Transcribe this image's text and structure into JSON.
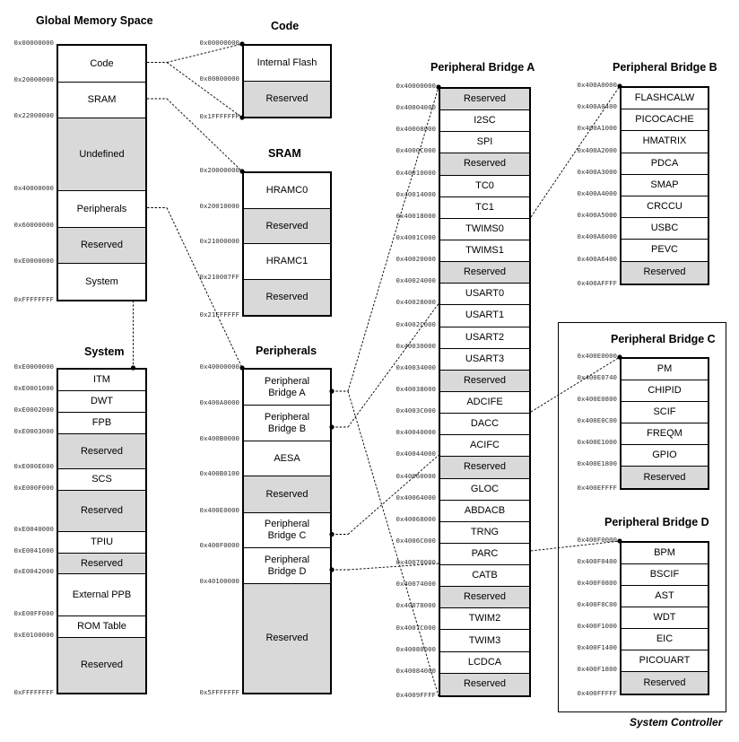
{
  "blocks": [
    {
      "id": "global",
      "title": "Global Memory Space",
      "x": 0,
      "cells": [
        {
          "label": "Code"
        },
        {
          "label": "SRAM"
        },
        {
          "label": "Undefined",
          "reserved": true
        },
        {
          "label": "Peripherals"
        },
        {
          "label": "Reserved",
          "reserved": true
        },
        {
          "label": "System"
        }
      ],
      "addresses": [
        "0x00000000",
        "0x20000000",
        "0x22000000",
        "0x40000000",
        "0x60000000",
        "0xE0000000",
        "0xFFFFFFFF"
      ]
    },
    {
      "id": "code",
      "title": "Code",
      "cells": [
        {
          "label": "Internal Flash"
        },
        {
          "label": "Reserved",
          "reserved": true
        }
      ],
      "addresses": [
        "0x00000000",
        "0x00800000",
        "0x1FFFFFFF"
      ]
    },
    {
      "id": "sram",
      "title": "SRAM",
      "cells": [
        {
          "label": "HRAMC0"
        },
        {
          "label": "Reserved",
          "reserved": true
        },
        {
          "label": "HRAMC1"
        },
        {
          "label": "Reserved",
          "reserved": true
        }
      ],
      "addresses": [
        "0x20000000",
        "0x20010000",
        "0x21000000",
        "0x210007FF",
        "0x21FFFFFF"
      ]
    },
    {
      "id": "system",
      "title": "System",
      "cells": [
        {
          "label": "ITM"
        },
        {
          "label": "DWT"
        },
        {
          "label": "FPB"
        },
        {
          "label": "Reserved",
          "reserved": true
        },
        {
          "label": "SCS"
        },
        {
          "label": "Reserved",
          "reserved": true
        },
        {
          "label": "TPIU"
        },
        {
          "label": "Reserved",
          "reserved": true
        },
        {
          "label": "External PPB"
        },
        {
          "label": "ROM Table"
        },
        {
          "label": "Reserved",
          "reserved": true
        }
      ],
      "addresses": [
        "0xE0000000",
        "0xE0001000",
        "0xE0002000",
        "0xE0003000",
        "0xE000E000",
        "0xE000F000",
        "0xE0040000",
        "0xE0041000",
        "0xE0042000",
        "0xE00FF000",
        "0xE0100000",
        "0xFFFFFFFF"
      ]
    },
    {
      "id": "periph",
      "title": "Peripherals",
      "cells": [
        {
          "label": "Peripheral\nBridge A"
        },
        {
          "label": "Peripheral\nBridge B"
        },
        {
          "label": "AESA"
        },
        {
          "label": "Reserved",
          "reserved": true
        },
        {
          "label": "Peripheral\nBridge C"
        },
        {
          "label": "Peripheral\nBridge D"
        },
        {
          "label": "Reserved",
          "reserved": true
        }
      ],
      "addresses": [
        "0x40000000",
        "0x400A0000",
        "0x400B0000",
        "0x400B0100",
        "0x400E0000",
        "0x400F0000",
        "0x40100000",
        "0x5FFFFFFF"
      ]
    },
    {
      "id": "bridgeA",
      "title": "Peripheral Bridge A",
      "cells": [
        {
          "label": "Reserved",
          "reserved": true
        },
        {
          "label": "I2SC"
        },
        {
          "label": "SPI"
        },
        {
          "label": "Reserved",
          "reserved": true
        },
        {
          "label": "TC0"
        },
        {
          "label": "TC1"
        },
        {
          "label": "TWIMS0"
        },
        {
          "label": "TWIMS1"
        },
        {
          "label": "Reserved",
          "reserved": true
        },
        {
          "label": "USART0"
        },
        {
          "label": "USART1"
        },
        {
          "label": "USART2"
        },
        {
          "label": "USART3"
        },
        {
          "label": "Reserved",
          "reserved": true
        },
        {
          "label": "ADCIFE"
        },
        {
          "label": "DACC"
        },
        {
          "label": "ACIFC"
        },
        {
          "label": "Reserved",
          "reserved": true
        },
        {
          "label": "GLOC"
        },
        {
          "label": "ABDACB"
        },
        {
          "label": "TRNG"
        },
        {
          "label": "PARC"
        },
        {
          "label": "CATB"
        },
        {
          "label": "Reserved",
          "reserved": true
        },
        {
          "label": "TWIM2"
        },
        {
          "label": "TWIM3"
        },
        {
          "label": "LCDCA"
        },
        {
          "label": "Reserved",
          "reserved": true
        }
      ],
      "addresses": [
        "0x40000000",
        "0x40004000",
        "0x40008000",
        "0x4000C000",
        "0x40010000",
        "0x40014000",
        "0x40018000",
        "0x4001C000",
        "0x40020000",
        "0x40024000",
        "0x40028000",
        "0x4002C000",
        "0x40030000",
        "0x40034000",
        "0x40038000",
        "0x4003C000",
        "0x40040000",
        "0x40044000",
        "0x40060000",
        "0x40064000",
        "0x40068000",
        "0x4006C000",
        "0x40070000",
        "0x40074000",
        "0x40078000",
        "0x4007C000",
        "0x40080000",
        "0x40084000",
        "0x4009FFFF"
      ]
    },
    {
      "id": "bridgeB",
      "title": "Peripheral Bridge B",
      "cells": [
        {
          "label": "FLASHCALW"
        },
        {
          "label": "PICOCACHE"
        },
        {
          "label": "HMATRIX"
        },
        {
          "label": "PDCA"
        },
        {
          "label": "SMAP"
        },
        {
          "label": "CRCCU"
        },
        {
          "label": "USBC"
        },
        {
          "label": "PEVC"
        },
        {
          "label": "Reserved",
          "reserved": true
        }
      ],
      "addresses": [
        "0x400A0000",
        "0x400A0400",
        "0x400A1000",
        "0x400A2000",
        "0x400A3000",
        "0x400A4000",
        "0x400A5000",
        "0x400A6000",
        "0x400A6400",
        "0x400AFFFF"
      ]
    },
    {
      "id": "bridgeC",
      "title": "Peripheral Bridge C",
      "cells": [
        {
          "label": "PM"
        },
        {
          "label": "CHIPID"
        },
        {
          "label": "SCIF"
        },
        {
          "label": "FREQM"
        },
        {
          "label": "GPIO"
        },
        {
          "label": "Reserved",
          "reserved": true
        }
      ],
      "addresses": [
        "0x400E0000",
        "0x400E0740",
        "0x400E0800",
        "0x400E0C00",
        "0x400E1000",
        "0x400E1800",
        "0x400EFFFF"
      ]
    },
    {
      "id": "bridgeD",
      "title": "Peripheral Bridge D",
      "cells": [
        {
          "label": "BPM"
        },
        {
          "label": "BSCIF"
        },
        {
          "label": "AST"
        },
        {
          "label": "WDT"
        },
        {
          "label": "EIC"
        },
        {
          "label": "PICOUART"
        },
        {
          "label": "Reserved",
          "reserved": true
        }
      ],
      "addresses": [
        "0x400F0000",
        "0x400F0400",
        "0x400F0800",
        "0x400F0C00",
        "0x400F1000",
        "0x400F1400",
        "0x400F1800",
        "0x400FFFFF"
      ]
    }
  ],
  "system_controller_label": "System Controller"
}
